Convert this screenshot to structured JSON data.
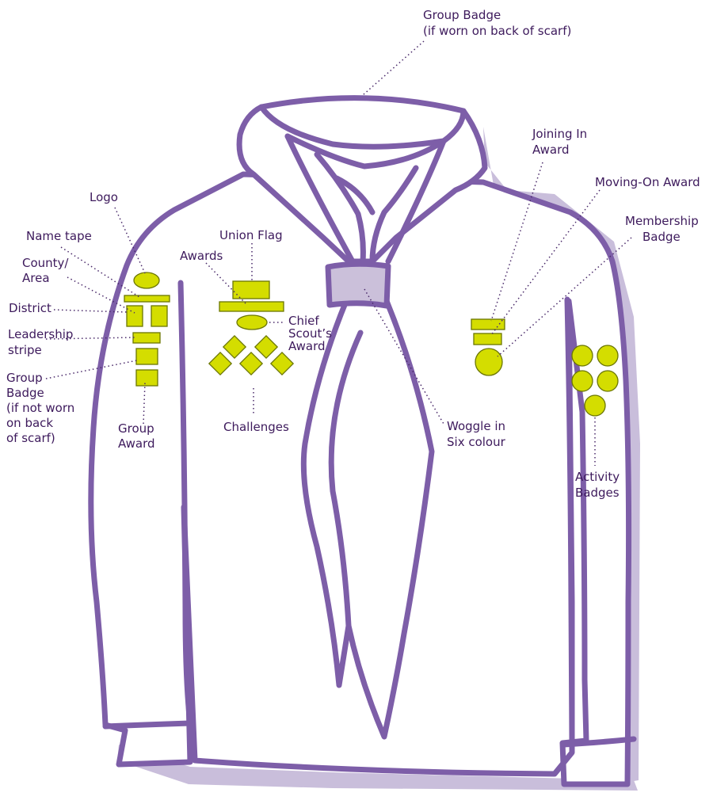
{
  "labels": {
    "group_badge_back": [
      "Group Badge",
      "(if worn on back of scarf)"
    ],
    "joining_in": [
      "Joining In",
      "Award"
    ],
    "moving_on": [
      "Moving-On Award"
    ],
    "membership": [
      "Membership",
      "Badge"
    ],
    "logo": [
      "Logo"
    ],
    "name_tape": [
      "Name tape"
    ],
    "union_flag": [
      "Union Flag"
    ],
    "awards": [
      "Awards"
    ],
    "county": [
      "County/",
      "Area"
    ],
    "district": [
      "District"
    ],
    "leadership": [
      "Leadership",
      "stripe"
    ],
    "group_badge_front": [
      "Group",
      "Badge",
      "(if not worn",
      "on back",
      "of scarf)"
    ],
    "group_award": [
      "Group",
      "Award"
    ],
    "chief_scout": [
      "Chief",
      "Scout’s",
      "Award"
    ],
    "challenges": [
      "Challenges"
    ],
    "woggle": [
      "Woggle in",
      "Six colour"
    ],
    "activity": [
      "Activity",
      "Badges"
    ]
  },
  "colors": {
    "outline": "#7d5ea8",
    "shadow": "#c9bedb",
    "badge_fill": "#d4dd00",
    "text": "#3d1a5c",
    "woggle_fill": "#cbc0da"
  }
}
